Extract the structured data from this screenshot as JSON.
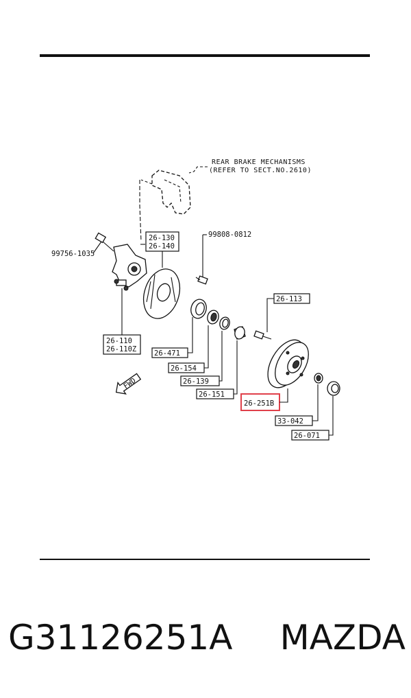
{
  "note": {
    "line1": "REAR BRAKE MECHANISMS",
    "line2": "(REFER TO SECT.NO.2610)"
  },
  "labels": {
    "p99756": "99756-1035",
    "p99808": "99808-0812",
    "p26130": "26-130",
    "p26140": "26-140",
    "p26110": "26-110",
    "p26110z": "26-110Z",
    "p26113": "26-113",
    "p26471": "26-471",
    "p26154": "26-154",
    "p26139": "26-139",
    "p26151": "26-151",
    "p2625": "26-251B",
    "p33042": "33-042",
    "p26071": "26-071",
    "fwd": "FWD"
  },
  "highlight": {
    "part": "26-251B",
    "color": "#e0404a"
  },
  "caption": {
    "part_number": "G31126251A",
    "brand": "MAZDA"
  }
}
